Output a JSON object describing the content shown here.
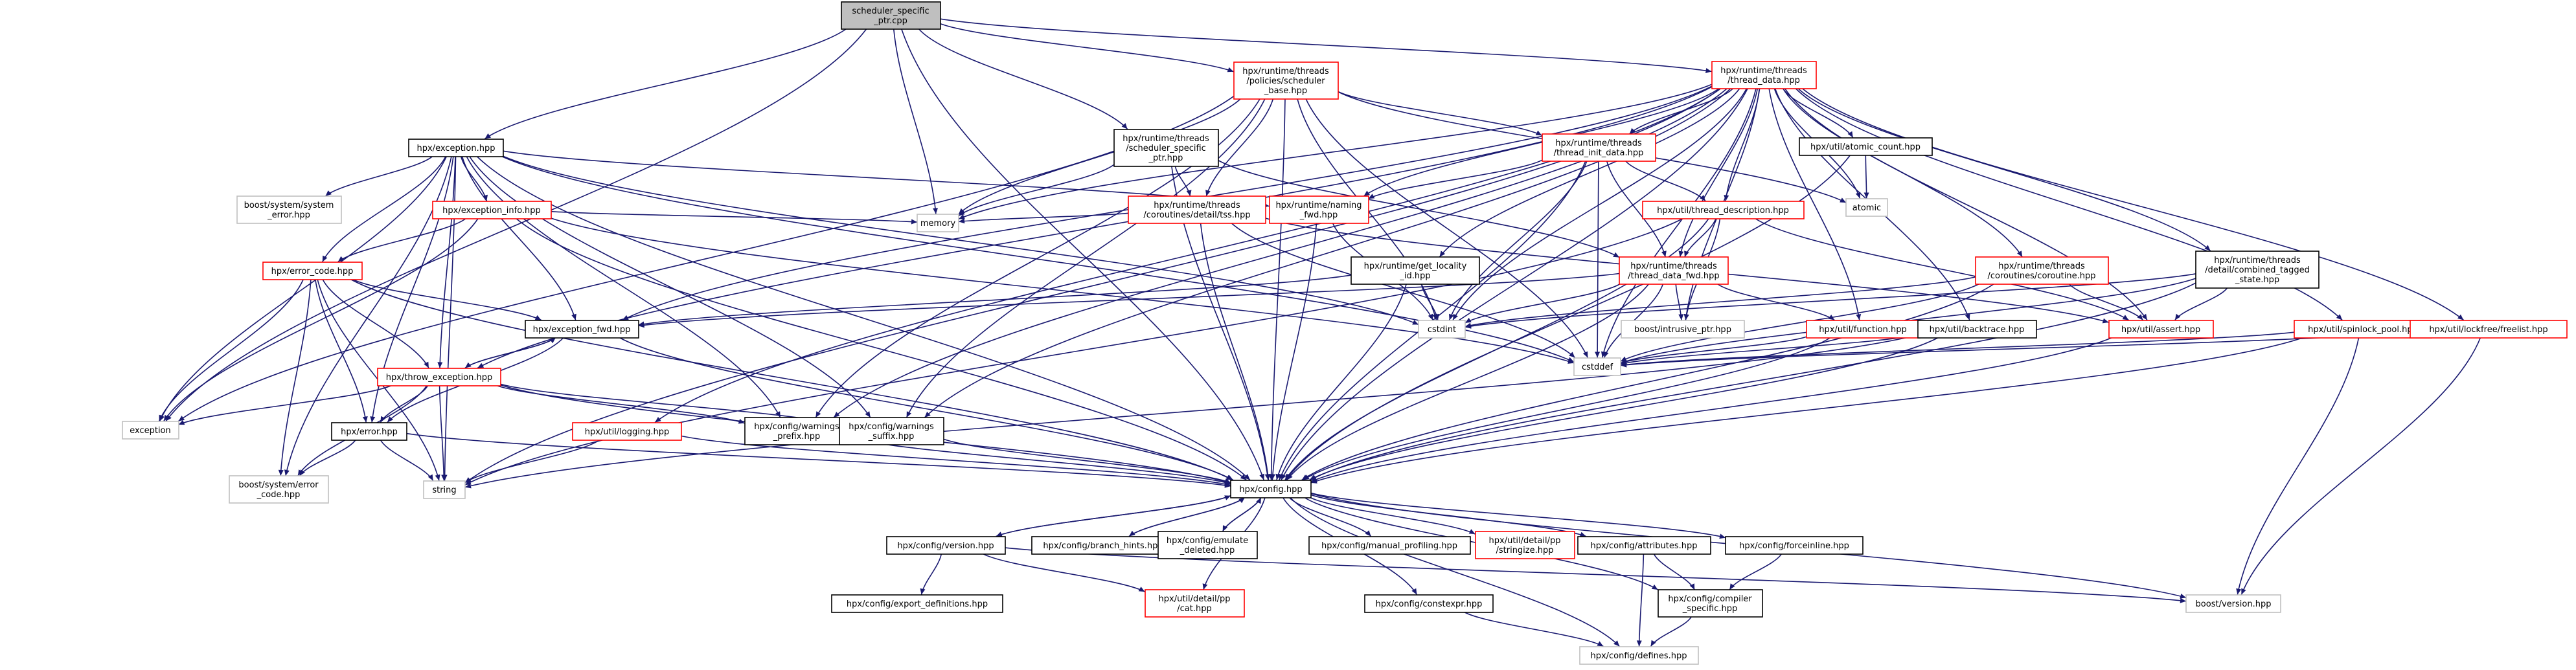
{
  "title": "",
  "colors": {
    "edge": "#191970",
    "node_border_documented": "#000000",
    "node_border_undocumented": "#ff0000",
    "node_border_external": "#bfbfbf",
    "root_fill": "#bfbfbf",
    "background": "#ffffff"
  },
  "nodes": [
    {
      "id": "root",
      "kind": "root",
      "lines": [
        "scheduler_specific",
        "_ptr.cpp"
      ]
    },
    {
      "id": "sched_base",
      "kind": "red",
      "lines": [
        "hpx/runtime/threads",
        "/policies/scheduler",
        "_base.hpp"
      ]
    },
    {
      "id": "thread_data",
      "kind": "red",
      "lines": [
        "hpx/runtime/threads",
        "/thread_data.hpp"
      ]
    },
    {
      "id": "exception",
      "kind": "doc",
      "lines": [
        "hpx/exception.hpp"
      ]
    },
    {
      "id": "sched_specific_ptr",
      "kind": "doc",
      "lines": [
        "hpx/runtime/threads",
        "/scheduler_specific",
        "_ptr.hpp"
      ]
    },
    {
      "id": "thread_init_data",
      "kind": "red",
      "lines": [
        "hpx/runtime/threads",
        "/thread_init_data.hpp"
      ]
    },
    {
      "id": "atomic_count",
      "kind": "doc",
      "lines": [
        "hpx/util/atomic_count.hpp"
      ]
    },
    {
      "id": "boost_system_error",
      "kind": "ext",
      "lines": [
        "boost/system/system",
        "_error.hpp"
      ]
    },
    {
      "id": "exception_info",
      "kind": "red",
      "lines": [
        "hpx/exception_info.hpp"
      ]
    },
    {
      "id": "naming_fwd",
      "kind": "red",
      "lines": [
        "hpx/runtime/naming",
        "_fwd.hpp"
      ]
    },
    {
      "id": "coroutines_tss",
      "kind": "red",
      "lines": [
        "hpx/runtime/threads",
        "/coroutines/detail/tss.hpp"
      ]
    },
    {
      "id": "thread_description",
      "kind": "red",
      "lines": [
        "hpx/util/thread_description.hpp"
      ]
    },
    {
      "id": "atomic",
      "kind": "ext",
      "lines": [
        "atomic"
      ]
    },
    {
      "id": "error_code",
      "kind": "red",
      "lines": [
        "hpx/error_code.hpp"
      ]
    },
    {
      "id": "memory",
      "kind": "ext",
      "lines": [
        "memory"
      ]
    },
    {
      "id": "get_locality_id",
      "kind": "doc",
      "lines": [
        "hpx/runtime/get_locality",
        "_id.hpp"
      ]
    },
    {
      "id": "thread_data_fwd",
      "kind": "red",
      "lines": [
        "hpx/runtime/threads",
        "/thread_data_fwd.hpp"
      ]
    },
    {
      "id": "coroutine",
      "kind": "red",
      "lines": [
        "hpx/runtime/threads",
        "/coroutines/coroutine.hpp"
      ]
    },
    {
      "id": "combined_tagged",
      "kind": "doc",
      "lines": [
        "hpx/runtime/threads",
        "/detail/combined_tagged",
        "_state.hpp"
      ]
    },
    {
      "id": "exception_fwd",
      "kind": "doc",
      "lines": [
        "hpx/exception_fwd.hpp"
      ]
    },
    {
      "id": "cstdint",
      "kind": "ext",
      "lines": [
        "cstdint"
      ]
    },
    {
      "id": "intrusive_ptr",
      "kind": "ext",
      "lines": [
        "boost/intrusive_ptr.hpp"
      ]
    },
    {
      "id": "function",
      "kind": "red",
      "lines": [
        "hpx/util/function.hpp"
      ]
    },
    {
      "id": "backtrace",
      "kind": "doc",
      "lines": [
        "hpx/util/backtrace.hpp"
      ]
    },
    {
      "id": "assert",
      "kind": "red",
      "lines": [
        "hpx/util/assert.hpp"
      ]
    },
    {
      "id": "spinlock_pool",
      "kind": "red",
      "lines": [
        "hpx/util/spinlock_pool.hpp"
      ]
    },
    {
      "id": "lockfree",
      "kind": "red",
      "lines": [
        "hpx/util/lockfree/freelist.hpp"
      ]
    },
    {
      "id": "cstddef",
      "kind": "ext",
      "lines": [
        "cstddef"
      ]
    },
    {
      "id": "throw_exception",
      "kind": "red",
      "lines": [
        "hpx/throw_exception.hpp"
      ]
    },
    {
      "id": "exception_ext",
      "kind": "ext",
      "lines": [
        "exception"
      ]
    },
    {
      "id": "error_hpp",
      "kind": "doc",
      "lines": [
        "hpx/error.hpp"
      ]
    },
    {
      "id": "logging",
      "kind": "red",
      "lines": [
        "hpx/util/logging.hpp"
      ]
    },
    {
      "id": "warnings_prefix",
      "kind": "doc",
      "lines": [
        "hpx/config/warnings",
        "_prefix.hpp"
      ]
    },
    {
      "id": "warnings_suffix",
      "kind": "doc",
      "lines": [
        "hpx/config/warnings",
        "_suffix.hpp"
      ]
    },
    {
      "id": "boost_error_code",
      "kind": "ext",
      "lines": [
        "boost/system/error",
        "_code.hpp"
      ]
    },
    {
      "id": "string",
      "kind": "ext",
      "lines": [
        "string"
      ]
    },
    {
      "id": "config",
      "kind": "doc",
      "lines": [
        "hpx/config.hpp"
      ]
    },
    {
      "id": "config_version",
      "kind": "doc",
      "lines": [
        "hpx/config/version.hpp"
      ]
    },
    {
      "id": "branch_hints",
      "kind": "doc",
      "lines": [
        "hpx/config/branch_hints.hpp"
      ]
    },
    {
      "id": "emulate_deleted",
      "kind": "doc",
      "lines": [
        "hpx/config/emulate",
        "_deleted.hpp"
      ]
    },
    {
      "id": "manual_profiling",
      "kind": "doc",
      "lines": [
        "hpx/config/manual_profiling.hpp"
      ]
    },
    {
      "id": "stringize",
      "kind": "red",
      "lines": [
        "hpx/util/detail/pp",
        "/stringize.hpp"
      ]
    },
    {
      "id": "attributes",
      "kind": "doc",
      "lines": [
        "hpx/config/attributes.hpp"
      ]
    },
    {
      "id": "forceinline",
      "kind": "doc",
      "lines": [
        "hpx/config/forceinline.hpp"
      ]
    },
    {
      "id": "export_definitions",
      "kind": "doc",
      "lines": [
        "hpx/config/export_definitions.hpp"
      ]
    },
    {
      "id": "pp_cat",
      "kind": "red",
      "lines": [
        "hpx/util/detail/pp",
        "/cat.hpp"
      ]
    },
    {
      "id": "constexpr",
      "kind": "doc",
      "lines": [
        "hpx/config/constexpr.hpp"
      ]
    },
    {
      "id": "compiler_specific",
      "kind": "doc",
      "lines": [
        "hpx/config/compiler",
        "_specific.hpp"
      ]
    },
    {
      "id": "boost_version",
      "kind": "ext",
      "lines": [
        "boost/version.hpp"
      ]
    },
    {
      "id": "config_defines",
      "kind": "ext",
      "lines": [
        "hpx/config/defines.hpp"
      ]
    }
  ],
  "edges": [
    [
      "root",
      "sched_base"
    ],
    [
      "root",
      "thread_data"
    ],
    [
      "root",
      "exception"
    ],
    [
      "root",
      "sched_specific_ptr"
    ],
    [
      "root",
      "memory"
    ],
    [
      "root",
      "config"
    ],
    [
      "root",
      "exception_ext"
    ],
    [
      "sched_base",
      "thread_init_data"
    ],
    [
      "sched_base",
      "coroutines_tss"
    ],
    [
      "sched_base",
      "memory"
    ],
    [
      "sched_base",
      "cstdint"
    ],
    [
      "sched_base",
      "cstddef"
    ],
    [
      "sched_base",
      "config"
    ],
    [
      "sched_base",
      "warnings_prefix"
    ],
    [
      "sched_base",
      "warnings_suffix"
    ],
    [
      "sched_base",
      "exception_ext"
    ],
    [
      "sched_base",
      "atomic"
    ],
    [
      "thread_data",
      "thread_init_data"
    ],
    [
      "thread_data",
      "atomic_count"
    ],
    [
      "thread_data",
      "thread_description"
    ],
    [
      "thread_data",
      "thread_data_fwd"
    ],
    [
      "thread_data",
      "coroutine"
    ],
    [
      "thread_data",
      "combined_tagged"
    ],
    [
      "thread_data",
      "assert"
    ],
    [
      "thread_data",
      "spinlock_pool"
    ],
    [
      "thread_data",
      "lockfree"
    ],
    [
      "thread_data",
      "backtrace"
    ],
    [
      "thread_data",
      "function"
    ],
    [
      "thread_data",
      "cstdint"
    ],
    [
      "thread_data",
      "cstddef"
    ],
    [
      "thread_data",
      "memory"
    ],
    [
      "thread_data",
      "atomic"
    ],
    [
      "thread_data",
      "naming_fwd"
    ],
    [
      "thread_data",
      "get_locality_id"
    ],
    [
      "thread_data",
      "throw_exception"
    ],
    [
      "thread_data",
      "logging"
    ],
    [
      "thread_data",
      "config"
    ],
    [
      "thread_data",
      "string"
    ],
    [
      "thread_data",
      "warnings_prefix"
    ],
    [
      "thread_data",
      "warnings_suffix"
    ],
    [
      "thread_data",
      "intrusive_ptr"
    ],
    [
      "thread_data",
      "exception_fwd"
    ],
    [
      "exception",
      "exception_info"
    ],
    [
      "exception",
      "error_code"
    ],
    [
      "exception",
      "exception_fwd"
    ],
    [
      "exception",
      "throw_exception"
    ],
    [
      "exception",
      "error_hpp"
    ],
    [
      "exception",
      "boost_system_error"
    ],
    [
      "exception",
      "exception_ext"
    ],
    [
      "exception",
      "string"
    ],
    [
      "exception",
      "cstdint"
    ],
    [
      "exception",
      "cstddef"
    ],
    [
      "exception",
      "config"
    ],
    [
      "exception",
      "warnings_prefix"
    ],
    [
      "exception",
      "warnings_suffix"
    ],
    [
      "exception",
      "naming_fwd"
    ],
    [
      "exception",
      "boost_error_code"
    ],
    [
      "sched_specific_ptr",
      "coroutines_tss"
    ],
    [
      "sched_specific_ptr",
      "thread_data_fwd"
    ],
    [
      "sched_specific_ptr",
      "memory"
    ],
    [
      "sched_specific_ptr",
      "config"
    ],
    [
      "thread_init_data",
      "naming_fwd"
    ],
    [
      "thread_init_data",
      "thread_description"
    ],
    [
      "thread_init_data",
      "thread_data_fwd"
    ],
    [
      "thread_init_data",
      "cstdint"
    ],
    [
      "thread_init_data",
      "cstddef"
    ],
    [
      "thread_init_data",
      "config"
    ],
    [
      "atomic_count",
      "atomic"
    ],
    [
      "atomic_count",
      "config"
    ],
    [
      "exception_info",
      "error_code"
    ],
    [
      "exception_info",
      "exception_ext"
    ],
    [
      "exception_info",
      "memory"
    ],
    [
      "exception_info",
      "config"
    ],
    [
      "exception_info",
      "cstddef"
    ],
    [
      "naming_fwd",
      "config"
    ],
    [
      "naming_fwd",
      "cstdint"
    ],
    [
      "coroutines_tss",
      "memory"
    ],
    [
      "coroutines_tss",
      "config"
    ],
    [
      "coroutines_tss",
      "cstddef"
    ],
    [
      "coroutines_tss",
      "assert"
    ],
    [
      "thread_description",
      "thread_data_fwd"
    ],
    [
      "thread_description",
      "assert"
    ],
    [
      "thread_description",
      "config"
    ],
    [
      "thread_description",
      "string"
    ],
    [
      "thread_description",
      "intrusive_ptr"
    ],
    [
      "error_code",
      "exception_fwd"
    ],
    [
      "error_code",
      "throw_exception"
    ],
    [
      "error_code",
      "error_hpp"
    ],
    [
      "error_code",
      "exception_ext"
    ],
    [
      "error_code",
      "string"
    ],
    [
      "error_code",
      "config"
    ],
    [
      "error_code",
      "boost_error_code"
    ],
    [
      "get_locality_id",
      "exception_fwd"
    ],
    [
      "get_locality_id",
      "cstdint"
    ],
    [
      "get_locality_id",
      "config"
    ],
    [
      "thread_data_fwd",
      "function"
    ],
    [
      "thread_data_fwd",
      "intrusive_ptr"
    ],
    [
      "thread_data_fwd",
      "cstdint"
    ],
    [
      "thread_data_fwd",
      "cstddef"
    ],
    [
      "thread_data_fwd",
      "exception_fwd"
    ],
    [
      "thread_data_fwd",
      "config"
    ],
    [
      "coroutine",
      "assert"
    ],
    [
      "coroutine",
      "cstddef"
    ],
    [
      "coroutine",
      "config"
    ],
    [
      "coroutine",
      "cstdint"
    ],
    [
      "combined_tagged",
      "assert"
    ],
    [
      "combined_tagged",
      "cstdint"
    ],
    [
      "combined_tagged",
      "cstddef"
    ],
    [
      "combined_tagged",
      "config"
    ],
    [
      "exception_fwd",
      "throw_exception"
    ],
    [
      "exception_fwd",
      "error_hpp"
    ],
    [
      "exception_fwd",
      "config"
    ],
    [
      "function",
      "config"
    ],
    [
      "function",
      "cstddef"
    ],
    [
      "backtrace",
      "string"
    ],
    [
      "backtrace",
      "config"
    ],
    [
      "backtrace",
      "cstddef"
    ],
    [
      "assert",
      "config"
    ],
    [
      "spinlock_pool",
      "config"
    ],
    [
      "spinlock_pool",
      "cstddef"
    ],
    [
      "spinlock_pool",
      "boost_version"
    ],
    [
      "lockfree",
      "cstddef"
    ],
    [
      "lockfree",
      "boost_version"
    ],
    [
      "throw_exception",
      "exception_fwd"
    ],
    [
      "throw_exception",
      "error_hpp"
    ],
    [
      "throw_exception",
      "exception_ext"
    ],
    [
      "throw_exception",
      "string"
    ],
    [
      "throw_exception",
      "config"
    ],
    [
      "throw_exception",
      "warnings_prefix"
    ],
    [
      "throw_exception",
      "warnings_suffix"
    ],
    [
      "throw_exception",
      "boost_error_code"
    ],
    [
      "error_hpp",
      "config"
    ],
    [
      "error_hpp",
      "string"
    ],
    [
      "error_hpp",
      "boost_error_code"
    ],
    [
      "logging",
      "string"
    ],
    [
      "logging",
      "config"
    ],
    [
      "warnings_prefix",
      "config"
    ],
    [
      "warnings_suffix",
      "config"
    ],
    [
      "config",
      "config_version"
    ],
    [
      "config",
      "branch_hints"
    ],
    [
      "config",
      "emulate_deleted"
    ],
    [
      "config",
      "manual_profiling"
    ],
    [
      "config",
      "stringize"
    ],
    [
      "config",
      "attributes"
    ],
    [
      "config",
      "forceinline"
    ],
    [
      "config",
      "pp_cat"
    ],
    [
      "config",
      "constexpr"
    ],
    [
      "config",
      "compiler_specific"
    ],
    [
      "config",
      "boost_version"
    ],
    [
      "config",
      "config_defines"
    ],
    [
      "config_version",
      "export_definitions"
    ],
    [
      "config_version",
      "pp_cat"
    ],
    [
      "config_version",
      "boost_version"
    ],
    [
      "config_version",
      "config"
    ],
    [
      "branch_hints",
      "config"
    ],
    [
      "emulate_deleted",
      "config"
    ],
    [
      "attributes",
      "compiler_specific"
    ],
    [
      "attributes",
      "config_defines"
    ],
    [
      "forceinline",
      "compiler_specific"
    ],
    [
      "constexpr",
      "config_defines"
    ],
    [
      "compiler_specific",
      "config_defines"
    ]
  ]
}
